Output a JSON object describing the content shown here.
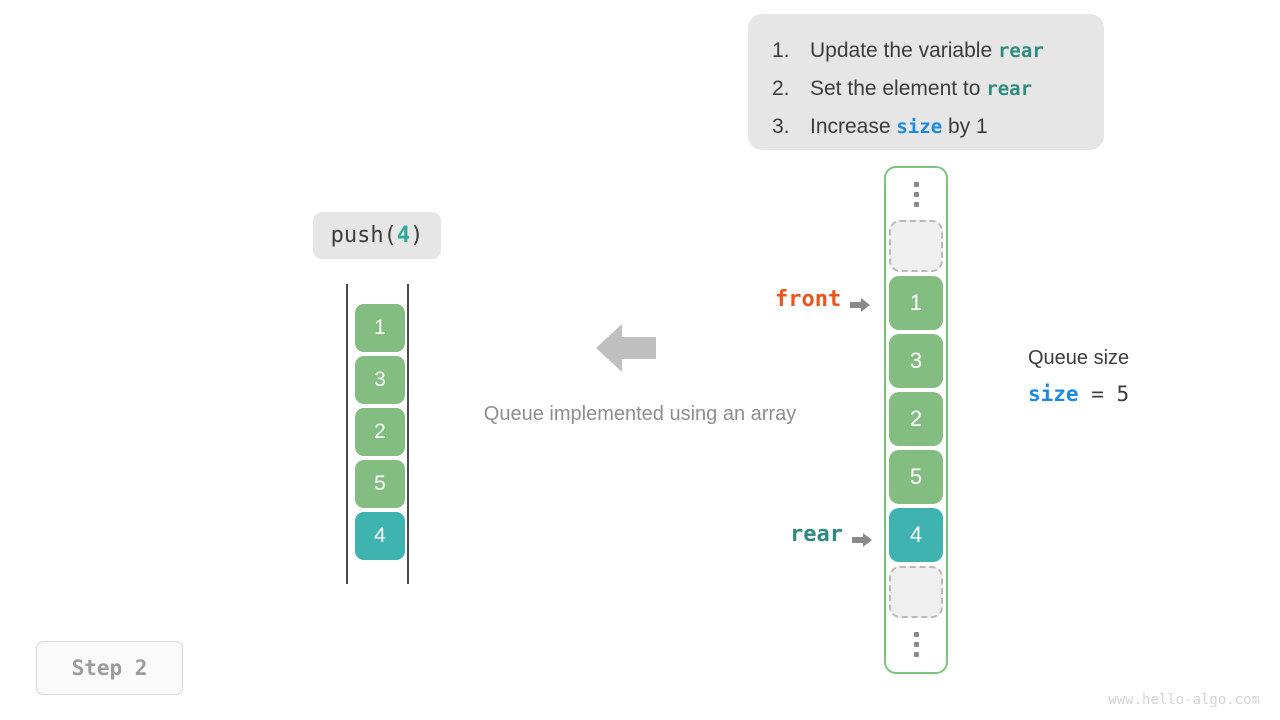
{
  "instructions": {
    "items": [
      {
        "num": "1.",
        "pre": "Update the variable ",
        "code": "rear",
        "code_color": "teal",
        "post": ""
      },
      {
        "num": "2.",
        "pre": "Set the element to ",
        "code": "rear",
        "code_color": "teal",
        "post": ""
      },
      {
        "num": "3.",
        "pre": "Increase ",
        "code": "size",
        "code_color": "blue",
        "post": " by 1"
      }
    ]
  },
  "operation": {
    "label_prefix": "push(",
    "label_arg": "4",
    "label_suffix": ")"
  },
  "left_queue": {
    "cells": [
      {
        "value": "1",
        "color": "green"
      },
      {
        "value": "3",
        "color": "green"
      },
      {
        "value": "2",
        "color": "green"
      },
      {
        "value": "5",
        "color": "green"
      },
      {
        "value": "4",
        "color": "teal"
      }
    ]
  },
  "center": {
    "arrow_icon": "left-arrow-icon",
    "caption": "Queue implemented using an array"
  },
  "array": {
    "top_ellipsis": "vertical-ellipsis-icon",
    "top_empty_slot": "",
    "cells": [
      {
        "value": "1",
        "color": "green"
      },
      {
        "value": "3",
        "color": "green"
      },
      {
        "value": "2",
        "color": "green"
      },
      {
        "value": "5",
        "color": "green"
      },
      {
        "value": "4",
        "color": "teal"
      }
    ],
    "bottom_empty_slot": "",
    "bottom_ellipsis": "vertical-ellipsis-icon"
  },
  "pointers": {
    "front": "front",
    "rear": "rear"
  },
  "size_readout": {
    "title": "Queue size",
    "var": "size",
    "operator": " = ",
    "value": "5"
  },
  "step": {
    "label": "Step 2"
  },
  "watermark": {
    "text": "www.hello-algo.com"
  },
  "colors": {
    "green": "#84bd81",
    "teal": "#3fb3b0",
    "front_orange": "#e8551f",
    "rear_teal": "#2e8b7e",
    "size_blue": "#1a8ae5",
    "container_border": "#7cc47c",
    "card_bg": "#e6e6e6",
    "arrow_gray": "#bfbfbf"
  }
}
